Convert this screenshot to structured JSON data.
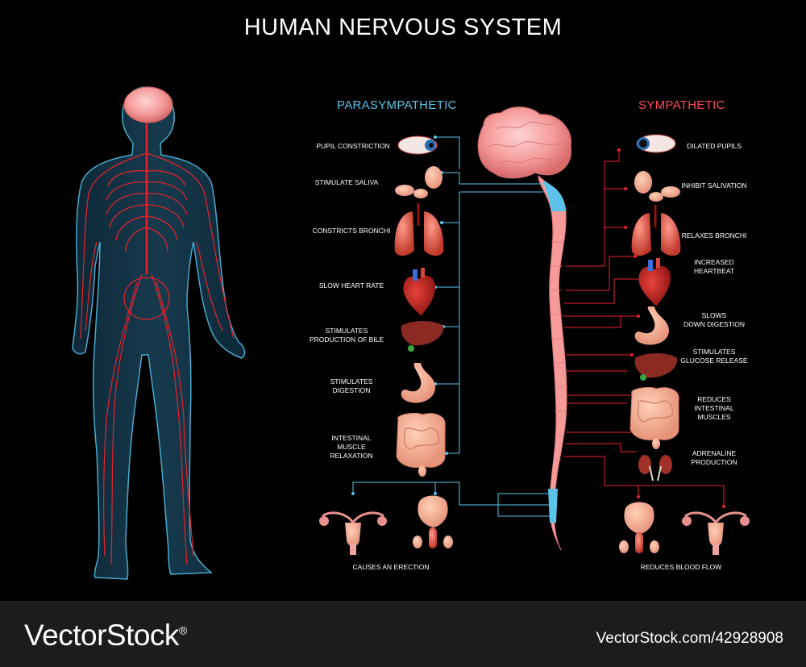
{
  "title": "HUMAN NERVOUS SYSTEM",
  "headings": {
    "parasympathetic": "PARASYMPATHETIC",
    "sympathetic": "SYMPATHETIC"
  },
  "colors": {
    "parasympathetic": "#5bc3ea",
    "sympathetic": "#ff4a56",
    "nerve": "#e8232e",
    "spine": "#f79a9a"
  },
  "parasympathetic": [
    {
      "label": "PUPIL CONSTRICTION",
      "icon": "eye-icon"
    },
    {
      "label": "STIMULATE SALIVA",
      "icon": "salivary-gland-icon"
    },
    {
      "label": "CONSTRICTS BRONCHI",
      "icon": "lungs-icon"
    },
    {
      "label": "SLOW HEART RATE",
      "icon": "heart-icon"
    },
    {
      "label": "STIMULATES\nPRODUCTION OF BILE",
      "icon": "liver-icon"
    },
    {
      "label": "STIMULATES\nDIGESTION",
      "icon": "stomach-icon"
    },
    {
      "label": "INTESTINAL\nMUSCLE\nRELAXATION",
      "icon": "intestine-icon"
    }
  ],
  "sympathetic": [
    {
      "label": "DILATED PUPILS",
      "icon": "eye-icon"
    },
    {
      "label": "INHIBIT SALIVATION",
      "icon": "salivary-gland-icon"
    },
    {
      "label": "RELAXES BRONCHI",
      "icon": "lungs-icon"
    },
    {
      "label": "INCREASED\nHEARTBEAT",
      "icon": "heart-icon"
    },
    {
      "label": "SLOWS\nDOWN DIGESTION",
      "icon": "stomach-icon"
    },
    {
      "label": "STIMULATES\nGLUCOSE RELEASE",
      "icon": "liver-icon"
    },
    {
      "label": "REDUCES\nINTESTINAL\nMUSCLES",
      "icon": "intestine-icon"
    },
    {
      "label": "ADRENALINE\nPRODUCTION",
      "icon": "kidney-icon"
    }
  ],
  "bottom": {
    "left_label": "CAUSES AN ERECTION",
    "right_label": "REDUCES BLOOD FLOW"
  },
  "footer": {
    "brand": "VectorStock",
    "mark": "®",
    "stock_id": "VectorStock.com/42928908"
  }
}
